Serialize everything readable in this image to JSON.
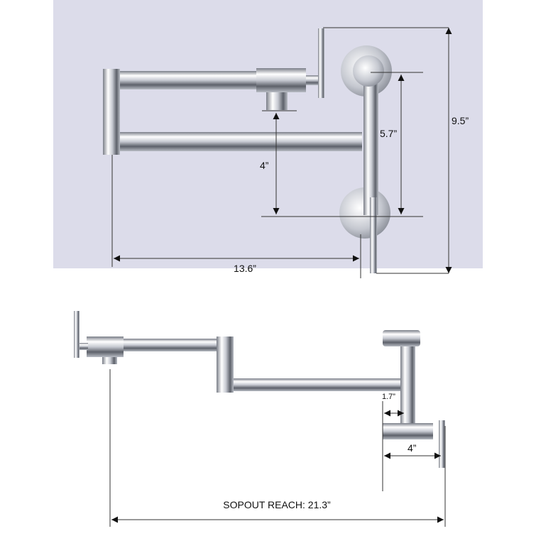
{
  "top_view": {
    "background_color": "#dcdcea",
    "dimensions": {
      "height_total": "9.5”",
      "plate_spacing": "5.7”",
      "spout_drop": "4”",
      "folded_width": "13.6”"
    }
  },
  "extended_view": {
    "dimensions": {
      "offset": "1.7”",
      "handle_length": "4”",
      "reach": "SOPOUT REACH: 21.3”"
    }
  },
  "colors": {
    "chrome_light": "#ffffff",
    "chrome_mid": "#c9ccd4",
    "chrome_dark": "#6c707a"
  }
}
